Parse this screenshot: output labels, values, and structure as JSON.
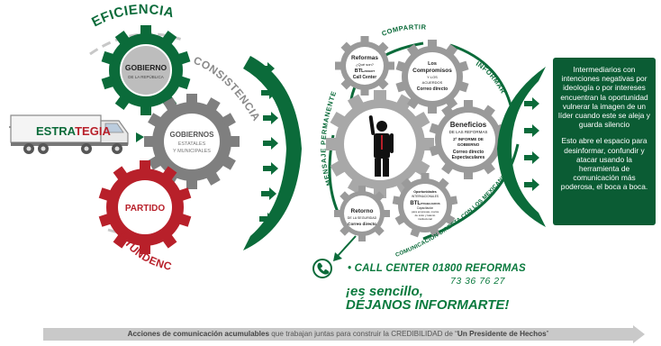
{
  "left_cluster": {
    "eficiencia": "EFICIENCIA",
    "consistencia": "CONSISTENCIA",
    "contundencia": "CONTUNDENCIA",
    "truck_label_a": "ESTRA",
    "truck_label_b": "TEGIA",
    "gear_gobierno_title": "GOBIERNO",
    "gear_gobierno_sub": "DE LA REPÚBLICA",
    "gear_gobiernos_title": "GOBIERNOS",
    "gear_gobiernos_sub1": "ESTATALES",
    "gear_gobiernos_sub2": "Y MUNICIPALES",
    "gear_partido_title": "PARTIDO"
  },
  "center_cluster": {
    "compartir": "COMPARTIR",
    "informar": "INFORMAR",
    "mensaje": "MENSAJE PERMANENTE",
    "comunicacion": "COMUNICACIÓN DIRECTA CON LOS MEXICANOS",
    "reformas": {
      "title": "Reformas",
      "l1": "¿Qué son?",
      "l2": "BTL",
      "l2b": "/INSERT",
      "l3": "Call Center"
    },
    "compromisos": {
      "l1": "Los",
      "l2": "Compromisos",
      "l3": "Y LOS",
      "l4": "ACUERDOS",
      "l5": "Correo directo"
    },
    "beneficios": {
      "title": "Beneficios",
      "l1": "DE LAS REFORMAS",
      "l2": "2º INFORME DE",
      "l3": "GOBIERNO",
      "l4": "Correo directo",
      "l5": "Espectaculares"
    },
    "oportunidades": {
      "l1": "Oportunidades",
      "l2": "INTERNACIONALES",
      "l3": "BTL",
      "l3b": "/TRABAJADOS",
      "l4": "Capacitación",
      "l5": "para empresas, marca",
      "l6": "de éxito y talento",
      "l7": "institucional"
    },
    "retorno": {
      "title": "Retorno",
      "l1": "DE LA SEGURIDAD",
      "l2": "Correo directo"
    }
  },
  "info_box": {
    "p1": "Intermediarios con intenciones negativas por ideología o por intereses encuentran la oportunidad vulnerar la imagen  de un líder cuando este  se aleja y guarda silencio",
    "p2": "Esto abre el espacio para desinformar, confundir y atacar usando la herramienta de comunicación más poderosa, el boca a boca."
  },
  "call_center": {
    "label": "• CALL CENTER 01800 REFORMAS",
    "number": "73 36 76 27",
    "line1": "¡es sencillo,",
    "line2": "DÉJANOS INFORMARTE!"
  },
  "bottom_bar": {
    "bold1": "Acciones de comunicación acumulables",
    "mid": " que trabajan juntas para construir la CREDIBILIDAD de “",
    "bold2": "Un Presidente de Hechos",
    "end": "”"
  },
  "colors": {
    "green": "#0b6b3a",
    "dark_green": "#0b5c34",
    "red": "#b8202a",
    "gray": "#808080",
    "light_gray": "#d0d0d0"
  }
}
